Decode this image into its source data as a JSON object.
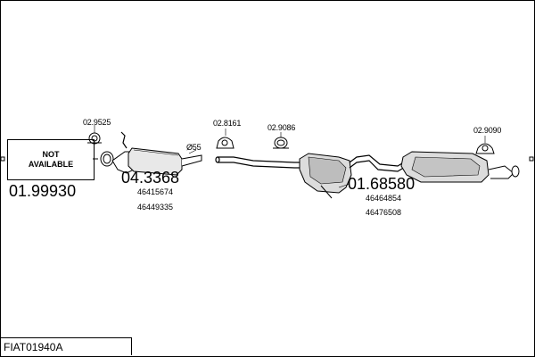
{
  "diagram": {
    "title": "FIAT01940A",
    "not_available_line1": "NOT",
    "not_available_line2": "AVAILABLE",
    "parts": [
      {
        "code": "01.99930"
      },
      {
        "code": "04.3368",
        "refs": [
          "46415674",
          "46449335"
        ]
      },
      {
        "code": "01.68580",
        "refs": [
          "46464854",
          "46476508"
        ]
      }
    ],
    "clamps": [
      "02.9525",
      "02.8161",
      "02.9086",
      "02.9090"
    ],
    "diameter_label": "Ø55"
  }
}
